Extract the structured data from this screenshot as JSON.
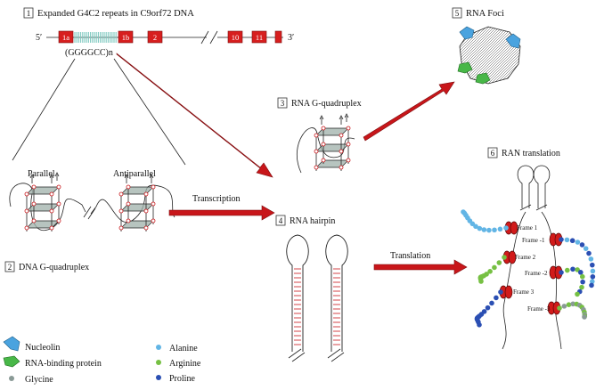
{
  "panels": [
    {
      "num": "1",
      "title": "Expanded G4C2 repeats in C9orf72 DNA"
    },
    {
      "num": "2",
      "title": "DNA G-quadruplex"
    },
    {
      "num": "3",
      "title": "RNA G-quadruplex"
    },
    {
      "num": "4",
      "title": "RNA hairpin"
    },
    {
      "num": "5",
      "title": "RNA Foci"
    },
    {
      "num": "6",
      "title": "RAN translation"
    }
  ],
  "gene": {
    "five_prime": "5′",
    "three_prime": "3′",
    "exons": [
      "1a",
      "1b",
      "2",
      "10",
      "11"
    ],
    "repeat_label": "(GGGGCC)n"
  },
  "quadruplex_forms": {
    "parallel": "Parallel",
    "antiparallel": "Antiparallel"
  },
  "processes": {
    "transcription": "Transcription",
    "translation": "Translation"
  },
  "frames": [
    "Frame 1",
    "Frame -1",
    "Frame 2",
    "Frame -2",
    "Frame 3",
    "Frame -3"
  ],
  "legend": {
    "items": [
      {
        "label": "Nucleolin",
        "icon": "nucleolin-icon",
        "color": "#4aa3df"
      },
      {
        "label": "RNA-binding protein",
        "icon": "rna-binding-protein-icon",
        "color": "#48b748"
      },
      {
        "label": "Glycine",
        "icon": "dot-icon",
        "color": "#8a9a96"
      },
      {
        "label": "Alanine",
        "icon": "dot-icon",
        "color": "#62b5e5"
      },
      {
        "label": "Arginine",
        "icon": "dot-icon",
        "color": "#76c043"
      },
      {
        "label": "Proline",
        "icon": "dot-icon",
        "color": "#2b4fb3"
      }
    ]
  },
  "colors": {
    "exon": "#d71f1f",
    "arrow": "#c8161a",
    "ribosome": "#d11a1a",
    "repeat": "#7fc9c0"
  }
}
